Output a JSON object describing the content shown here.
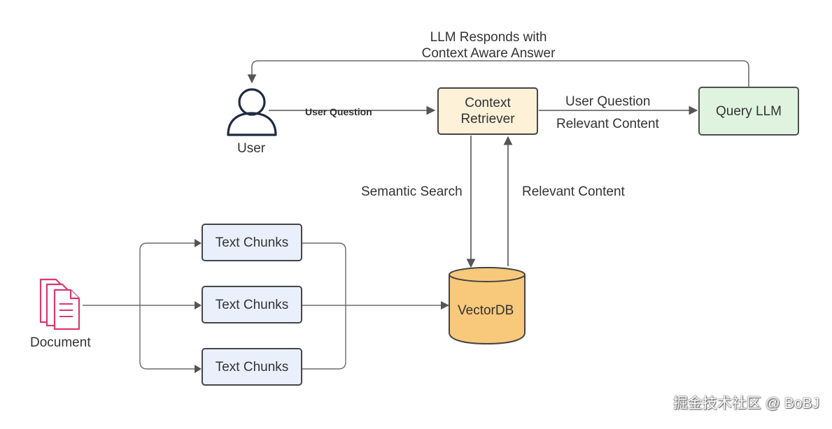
{
  "diagram": {
    "nodes": {
      "user": "User",
      "document": "Document",
      "context_retriever": "Context\nRetriever",
      "query_llm": "Query LLM",
      "vectordb": "VectorDB",
      "text_chunks": [
        "Text Chunks",
        "Text Chunks",
        "Text Chunks"
      ]
    },
    "edges": {
      "llm_response": "LLM Responds with\nContext Aware Answer",
      "user_question_to_retriever": "User Question",
      "user_question_to_llm": "User Question",
      "relevant_content_to_llm": "Relevant Content",
      "semantic_search": "Semantic Search",
      "relevant_content_from_db": "Relevant Content"
    }
  },
  "watermark": "掘金技术社区 @ BoBJ",
  "colors": {
    "line": "#5b5b5b",
    "document_icon": "#d9386f",
    "user_icon": "#1f2b45",
    "vectordb_fill": "#f8c87b",
    "vectordb_stroke": "#444444"
  }
}
